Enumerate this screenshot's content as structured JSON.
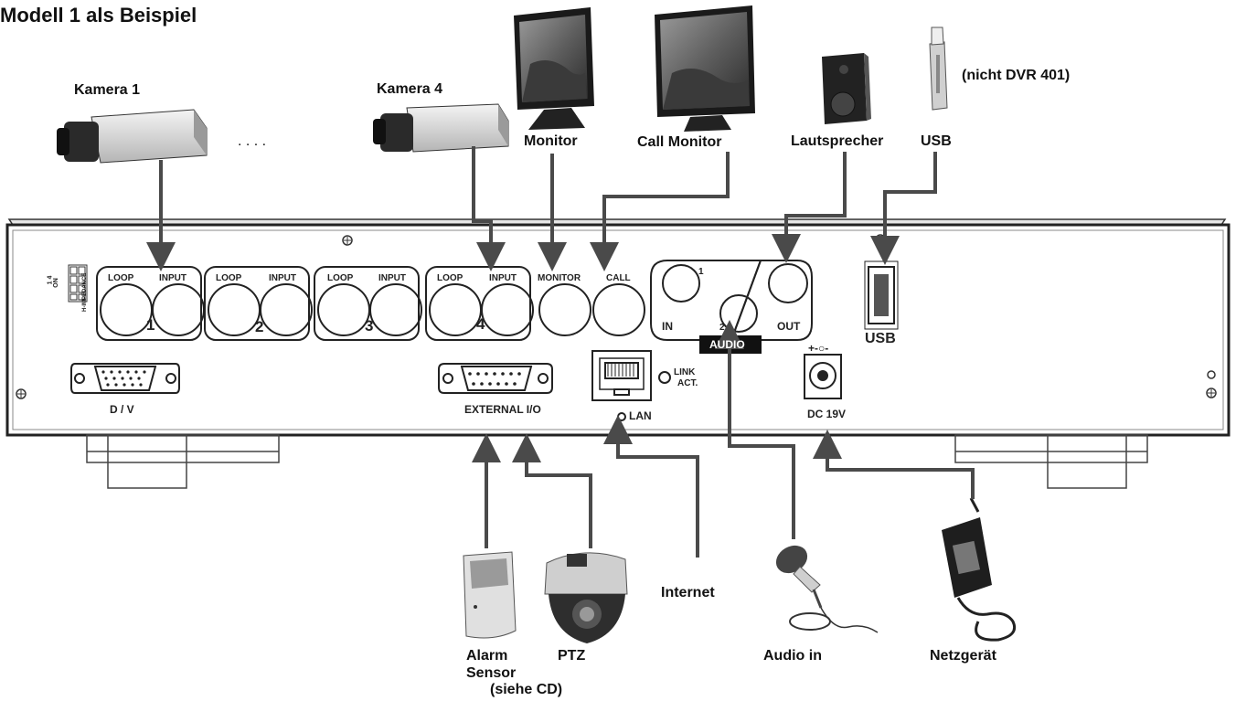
{
  "title": "Modell 1 als Beispiel",
  "devices": {
    "camera1": "Kamera 1",
    "ellipsis": ". . . .",
    "camera4": "Kamera 4",
    "monitor": "Monitor",
    "call_monitor": "Call Monitor",
    "speaker": "Lautsprecher",
    "usb": "USB",
    "usb_note": "(nicht DVR 401)",
    "internet": "Internet",
    "alarm_line1": "Alarm",
    "alarm_line2": "Sensor",
    "alarm_note": "(siehe CD)",
    "ptz": "PTZ",
    "audio_in": "Audio in",
    "power_supply": "Netzgerät"
  },
  "panel": {
    "loop": "LOOP",
    "input": "INPUT",
    "ch1": "1",
    "ch2": "2",
    "ch3": "3",
    "ch4": "4",
    "monitor": "MONITOR",
    "call": "CALL",
    "audio_1": "1",
    "audio_2": "2",
    "audio_in": "IN",
    "audio_out": "OUT",
    "audio": "AUDIO",
    "usb": "USB",
    "dv": "D / V",
    "external_io": "EXTERNAL I/O",
    "lan": "LAN",
    "link": "LINK",
    "act": "ACT.",
    "dc": "DC 19V",
    "polarity": "+-○-",
    "dip_on": "ON",
    "dip_14": "1    4",
    "dip_label": "H-IMPEDANCE"
  }
}
